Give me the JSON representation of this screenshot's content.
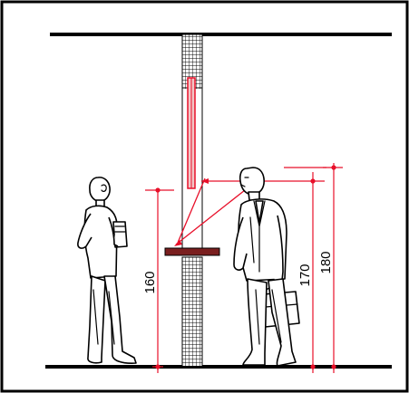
{
  "diagram": {
    "dimensions": {
      "eye_level_woman_label": "160",
      "eye_level_man_label": "170",
      "height_man_label": "180"
    },
    "colors": {
      "dimension_line": "#e8102a",
      "outline": "#000000",
      "shelf": "#7a1f1f",
      "lamp_fill": "#f2c6c6"
    }
  }
}
